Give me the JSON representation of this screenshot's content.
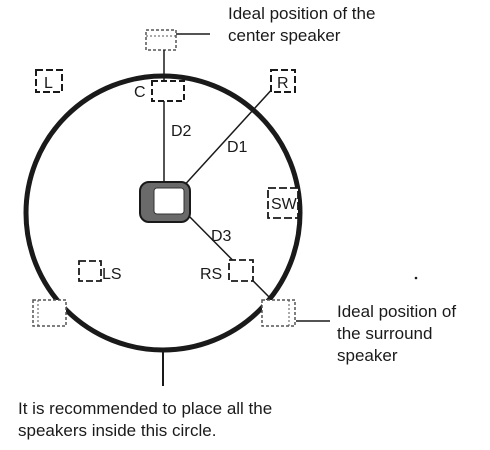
{
  "annotations": {
    "center_note": [
      "Ideal position of the",
      "center speaker"
    ],
    "surround_note": [
      "Ideal position of",
      "the surround",
      "speaker"
    ],
    "circle_note": [
      "It is recommended to place all the",
      "speakers inside this circle."
    ]
  },
  "speakers": {
    "left": "L",
    "right": "R",
    "center": "C",
    "subwoofer": "SW",
    "left_surround": "LS",
    "right_surround": "RS"
  },
  "distances": {
    "d1": "D1",
    "d2": "D2",
    "d3": "D3"
  },
  "colors": {
    "ink": "#1a1a1a",
    "dashed": "#555555",
    "listener_fill": "#6a6a6a"
  }
}
